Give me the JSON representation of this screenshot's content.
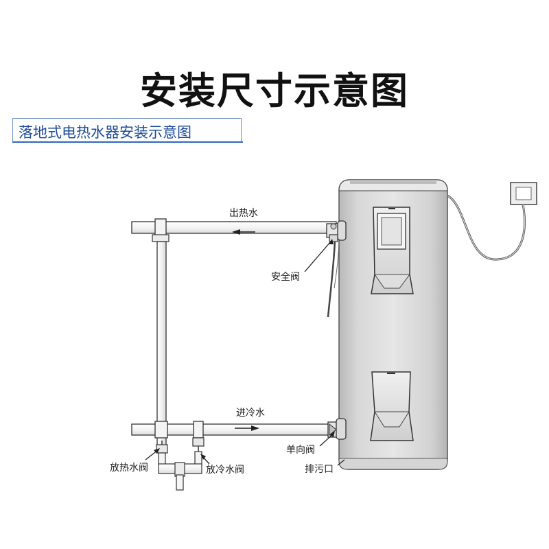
{
  "title": "安装尺寸示意图",
  "subtitle": "落地式电热水器安装示意图",
  "labels": {
    "hot_out": "出热水",
    "safety_valve": "安全阀",
    "cold_in": "进冷水",
    "check_valve": "单向阀",
    "drain": "排污口",
    "hot_drain_valve": "放热水阀",
    "cold_drain_valve": "放冷水阀"
  },
  "colors": {
    "title_text": "#111111",
    "subtitle_text": "#1d4a9a",
    "subtitle_border": "#6f8fc7",
    "accent_rule": "#2b65c8"
  }
}
